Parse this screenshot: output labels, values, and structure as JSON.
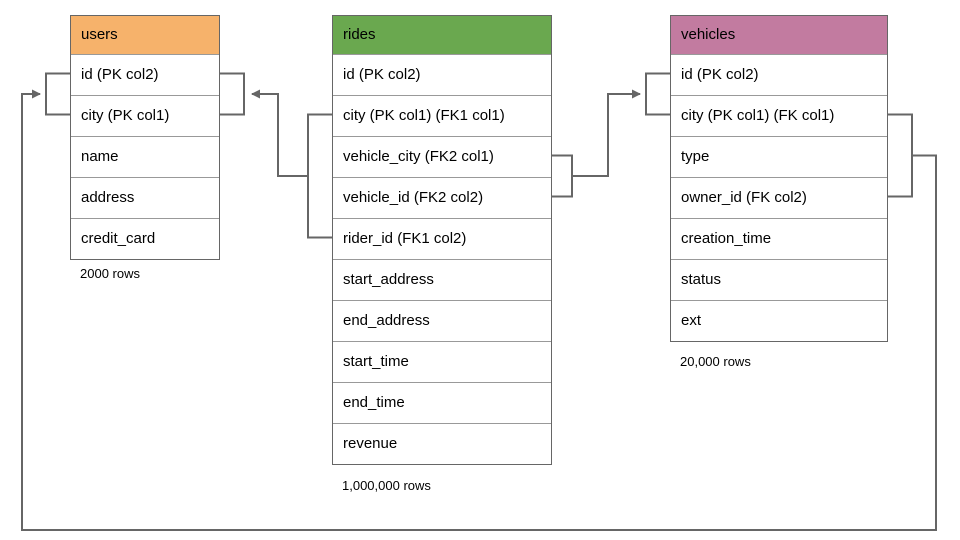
{
  "tables": [
    {
      "name": "users",
      "header_color": "#F6B26B",
      "columns": [
        "id (PK col2)",
        "city (PK col1)",
        "name",
        "address",
        "credit_card"
      ],
      "rows_label": "2000 rows"
    },
    {
      "name": "rides",
      "header_color": "#6AA84F",
      "columns": [
        "id (PK col2)",
        "city (PK col1) (FK1 col1)",
        "vehicle_city (FK2 col1)",
        "vehicle_id (FK2 col2)",
        "rider_id (FK1 col2)",
        "start_address",
        "end_address",
        "start_time",
        "end_time",
        "revenue"
      ],
      "rows_label": "1,000,000 rows"
    },
    {
      "name": "vehicles",
      "header_color": "#C27BA0",
      "columns": [
        "id (PK col2)",
        "city (PK col1) (FK col1)",
        "type",
        "owner_id (FK col2)",
        "creation_time",
        "status",
        "ext"
      ],
      "rows_label": "20,000 rows"
    }
  ],
  "connections": [
    {
      "from": "rides (city, rider_id)",
      "to": "users (id, city)"
    },
    {
      "from": "rides (vehicle_city, vehicle_id)",
      "to": "vehicles (id, city)"
    },
    {
      "from": "vehicles (city, owner_id)",
      "to": "users (id, city)"
    }
  ],
  "line_color": "#666666"
}
